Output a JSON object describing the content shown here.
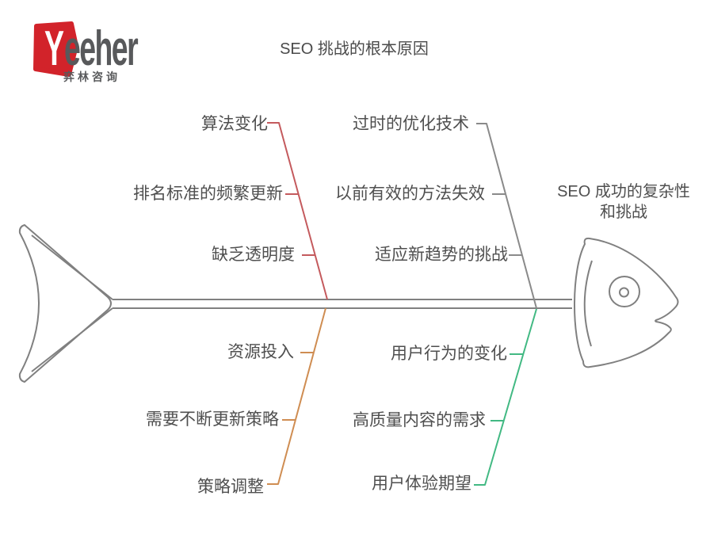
{
  "logo": {
    "brand_initial": "Y",
    "brand_rest": "eeher",
    "subtitle": "弈林咨询",
    "mark_color": "#d2232a",
    "text_color": "#58595b"
  },
  "header": {
    "title": "SEO 挑战的根本原因"
  },
  "diagram": {
    "type": "fishbone",
    "effect": {
      "line1": "SEO 成功的复杂性",
      "line2": "和挑战"
    },
    "colors": {
      "spine": "#808080",
      "text": "#4f4f4f"
    },
    "branches": [
      {
        "id": "top-left",
        "color": "#c45a5d",
        "causes": [
          "算法变化",
          "排名标准的频繁更新",
          "缺乏透明度"
        ]
      },
      {
        "id": "top-right",
        "color": "#8a8a8a",
        "causes": [
          "过时的优化技术",
          "以前有效的方法失效",
          "适应新趋势的挑战"
        ]
      },
      {
        "id": "bottom-left",
        "color": "#cf8d52",
        "causes": [
          "资源投入",
          "需要不断更新策略",
          "策略调整"
        ]
      },
      {
        "id": "bottom-right",
        "color": "#42b983",
        "causes": [
          "用户行为的变化",
          "高质量内容的需求",
          "用户体验期望"
        ]
      }
    ]
  }
}
